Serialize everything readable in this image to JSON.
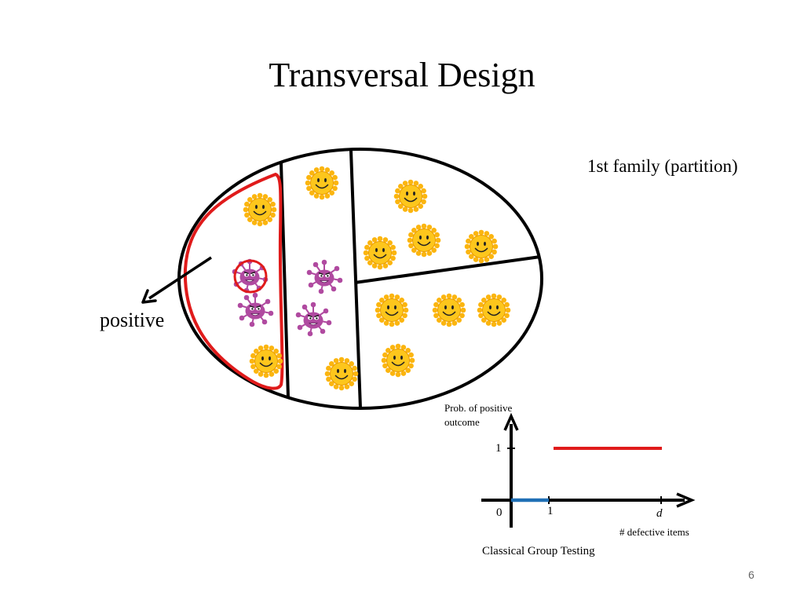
{
  "slide": {
    "title": "Transversal Design",
    "family_label": "1st family (partition)",
    "positive_label": "positive",
    "page_number": "6"
  },
  "plot": {
    "y_label_line1": "Prob. of positive",
    "y_label_line2": "outcome",
    "x_label": "# defective items",
    "caption": "Classical Group Testing",
    "tick_y_1": "1",
    "tick_x_0": "0",
    "tick_x_1": "1",
    "tick_x_d": "d"
  },
  "icons": {
    "healthy_item": "smiley-sun-icon",
    "defective_item": "virus-icon"
  },
  "colors": {
    "highlight": "#e01b1b",
    "low_segment": "#1f6fb5",
    "smiley_body": "#fbb50f",
    "virus_body": "#b04aa0"
  },
  "chart_data": {
    "type": "line",
    "xlabel": "# defective items",
    "ylabel": "Prob. of positive outcome",
    "x_ticks": [
      "0",
      "1",
      "d"
    ],
    "y_ticks": [
      "1"
    ],
    "series": [
      {
        "x": [
          0,
          1
        ],
        "y": [
          0,
          0
        ]
      },
      {
        "x": [
          1,
          "d"
        ],
        "y": [
          1,
          1
        ]
      }
    ]
  }
}
